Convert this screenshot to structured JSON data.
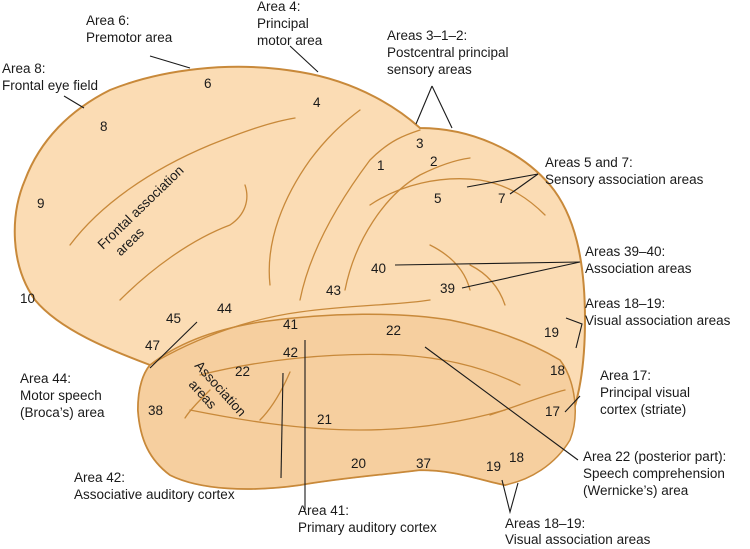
{
  "colors": {
    "brain_fill": "#fbdcb4",
    "brain_outline": "#c8893a",
    "text": "#1a1a1a"
  },
  "callouts": {
    "area6": [
      "Area 6:",
      "Premotor area"
    ],
    "area4": [
      "Area 4:",
      "Principal",
      "motor area"
    ],
    "area312": [
      "Areas 3–1–2:",
      "Postcentral principal",
      "sensory areas"
    ],
    "area8": [
      "Area 8:",
      "Frontal eye field"
    ],
    "area57": [
      "Areas 5 and 7:",
      "Sensory association areas"
    ],
    "area3940": [
      "Areas 39–40:",
      "Association areas"
    ],
    "area1819_right": [
      "Areas 18–19:",
      "Visual association areas"
    ],
    "area17": [
      "Area 17:",
      "Principal visual",
      "cortex (striate)"
    ],
    "area44": [
      "Area 44:",
      "Motor speech",
      "(Broca’s) area"
    ],
    "area22": [
      "Area 22 (posterior part):",
      "Speech comprehension",
      "(Wernicke’s) area"
    ],
    "area42": [
      "Area 42:",
      "Associative auditory cortex"
    ],
    "area41": [
      "Area 41:",
      "Primary auditory cortex"
    ],
    "area1819_bottom": [
      "Areas 18–19:",
      "Visual association areas"
    ]
  },
  "regions": {
    "frontal": [
      "Frontal association",
      "areas"
    ],
    "temporal": [
      "Association",
      "areas"
    ]
  },
  "numbers": {
    "n6": "6",
    "n4": "4",
    "n8": "8",
    "n3": "3",
    "n1": "1",
    "n2": "2",
    "n5": "5",
    "n7": "7",
    "n9": "9",
    "n40": "40",
    "n39": "39",
    "n10": "10",
    "n43": "43",
    "n45": "45",
    "n44": "44",
    "n41": "41",
    "n22a": "22",
    "n19a": "19",
    "n47": "47",
    "n42": "42",
    "n22b": "22",
    "n18a": "18",
    "n38": "38",
    "n17": "17",
    "n21": "21",
    "n20": "20",
    "n37": "37",
    "n19b": "19",
    "n18b": "18"
  }
}
